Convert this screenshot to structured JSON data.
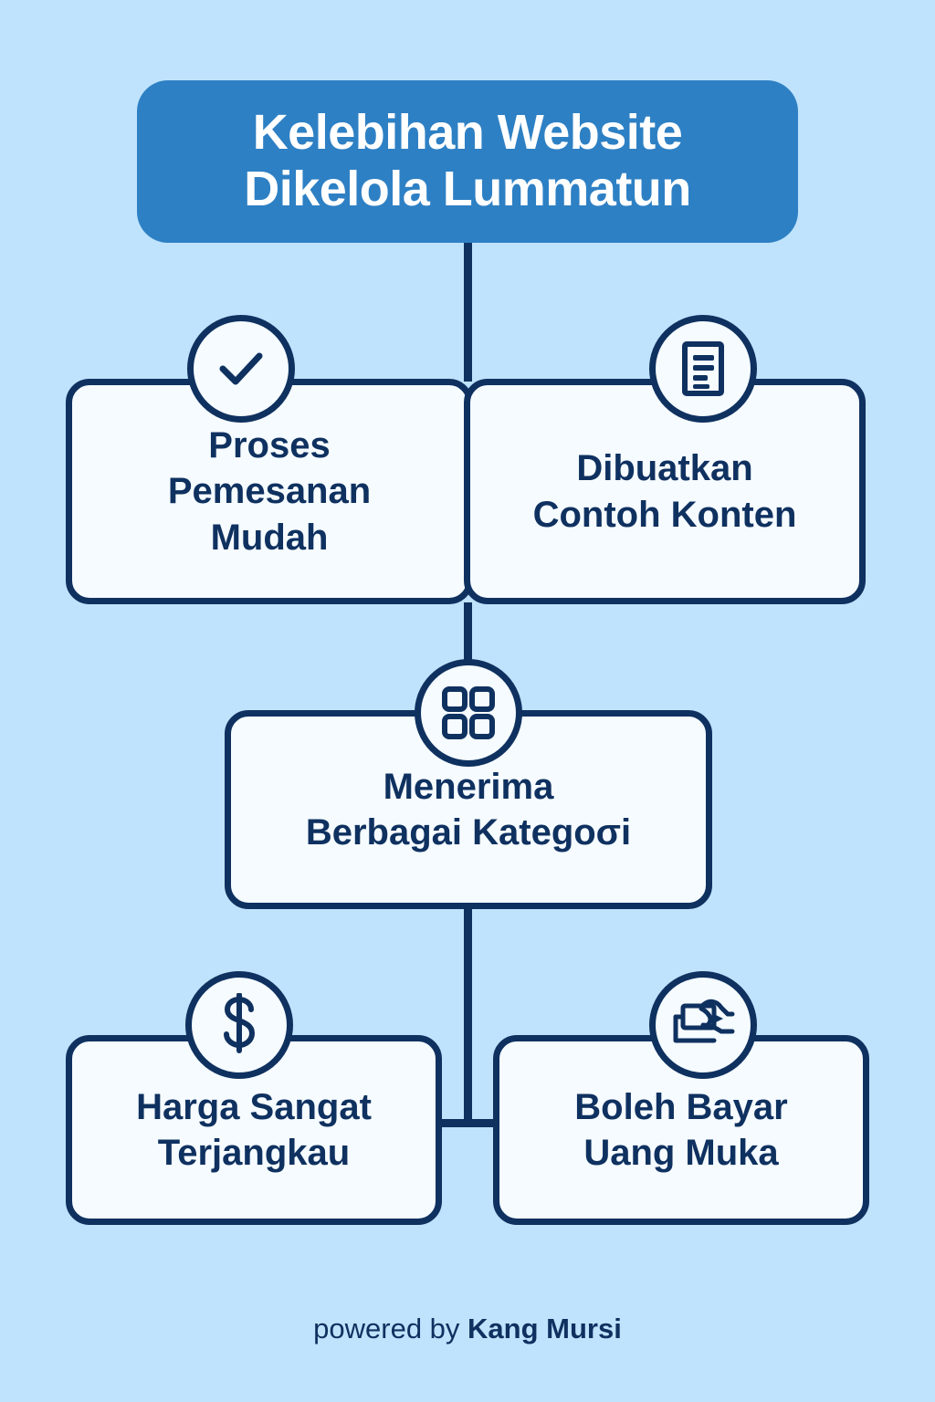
{
  "background_color": "#bfe3fc",
  "accent_color": "#2e80c4",
  "navy_color": "#0f3160",
  "card_fill_color": "#f5fbff",
  "title": {
    "line1": "Kelebihan Website",
    "line2": "Dikelola Lummatun"
  },
  "cards": [
    {
      "id": "proses-pemesanan-mudah",
      "label": "Proses\nPemesanan\nMudah",
      "icon": "check-icon"
    },
    {
      "id": "dibuatkan-contoh-konten",
      "label": "Dibuatkan\nContoh Konten",
      "icon": "document-icon"
    },
    {
      "id": "menerima-berbagai-kategori",
      "label": "Menerima\nBerbagai Kategoσi",
      "icon": "grid-icon"
    },
    {
      "id": "harga-sangat-terjangkau",
      "label": "Harga Sangat\nTerjangkau",
      "icon": "dollar-icon"
    },
    {
      "id": "boleh-bayar-uang-muka",
      "label": "Boleh Bayar\nUang Muka",
      "icon": "hand-money-icon"
    }
  ],
  "footer": {
    "prefix": "powered by ",
    "brand": "Kang Mursi"
  }
}
